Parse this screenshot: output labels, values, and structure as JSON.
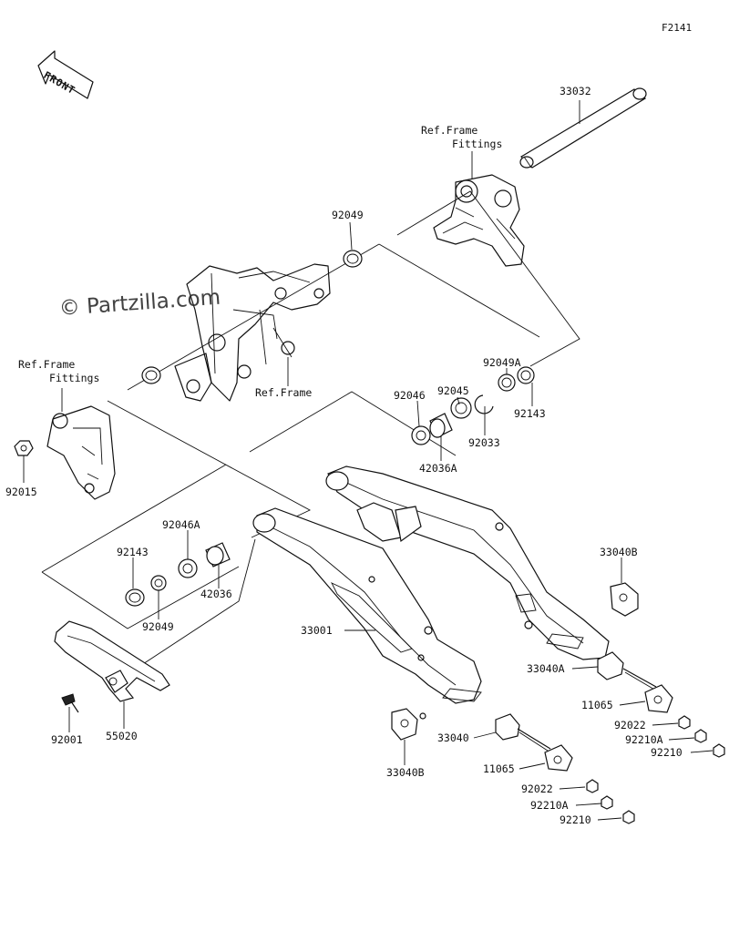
{
  "figure_code": "F2141",
  "watermark": "© Partzilla.com",
  "front_arrow_label": "FRONT",
  "labels": {
    "p33032": "33032",
    "ref_frame_fittings_top_1": "Ref.Frame",
    "ref_frame_fittings_top_2": "Fittings",
    "p92049_top": "92049",
    "ref_frame_mid": "Ref.Frame",
    "ref_frame_fittings_left_1": "Ref.Frame",
    "ref_frame_fittings_left_2": "Fittings",
    "p92015": "92015",
    "p92049A": "92049A",
    "p92045": "92045",
    "p92046": "92046",
    "p92143_right": "92143",
    "p92033": "92033",
    "p42036A": "42036A",
    "p92046A": "92046A",
    "p92143_left": "92143",
    "p42036": "42036",
    "p92049_left": "92049",
    "p33040B_right": "33040B",
    "p33001": "33001",
    "p33040A": "33040A",
    "p11065_right": "11065",
    "p92022_right": "92022",
    "p92210A_right": "92210A",
    "p92210_right": "92210",
    "p33040": "33040",
    "p33040B_bottom": "33040B",
    "p11065_bottom": "11065",
    "p92022_bottom": "92022",
    "p92210A_bottom": "92210A",
    "p92210_bottom": "92210",
    "p92001": "92001",
    "p55020": "55020"
  }
}
